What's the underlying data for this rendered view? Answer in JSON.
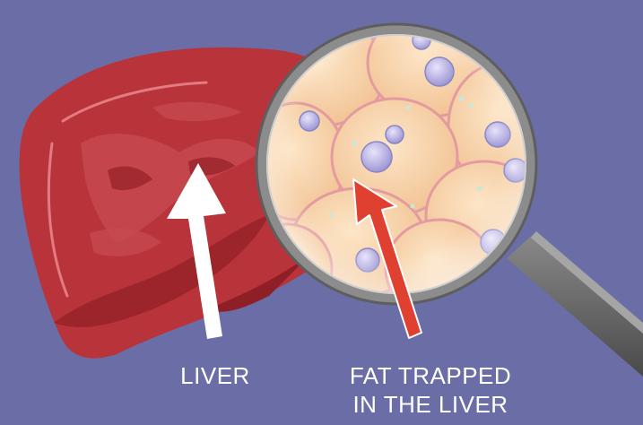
{
  "labels": {
    "liver": "LIVER",
    "fat_line1": "FAT TRAPPED",
    "fat_line2": "IN THE LIVER"
  },
  "colors": {
    "background": "#6b6ea6",
    "liver_main": "#b9333a",
    "liver_dark": "#8e1f26",
    "liver_light": "#d05a60",
    "fat_cell": "#f6d2a8",
    "nucleus": "#b8b3e0",
    "lens_rim": "#8c8c8c",
    "arrow_liver": "#ffffff",
    "arrow_fat": "#e04030"
  },
  "icons": {
    "magnifier": "magnifying-glass-icon",
    "liver": "liver-organ-icon"
  }
}
